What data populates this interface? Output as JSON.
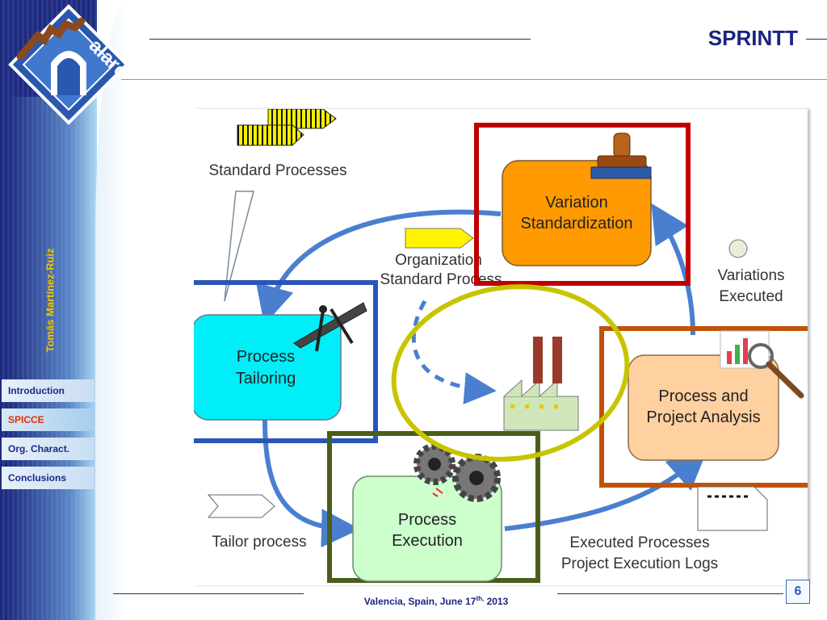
{
  "header": {
    "title": "SPRINTT"
  },
  "logo": {
    "text": "alarcos"
  },
  "sidebar": {
    "author": "Tomás Martínez-Ruiz",
    "nav": [
      {
        "label": "Introduction",
        "active": false
      },
      {
        "label": "SPICCE",
        "active": true
      },
      {
        "label": "Org. Charact.",
        "active": false
      },
      {
        "label": "Conclusions",
        "active": false
      }
    ]
  },
  "diagram": {
    "standard_processes": "Standard Processes",
    "org_standard_process": [
      "Organization",
      "Standard Process"
    ],
    "process_tailoring": [
      "Process",
      "Tailoring"
    ],
    "variation_standardization": [
      "Variation",
      "Standardization"
    ],
    "variations_executed": [
      "Variations",
      "Executed"
    ],
    "process_project_analysis": [
      "Process and",
      "Project Analysis"
    ],
    "process_execution": [
      "Process",
      "Execution"
    ],
    "tailor_process": "Tailor process",
    "executed_processes": [
      "Executed Processes",
      "Project Execution Logs"
    ]
  },
  "footer": {
    "place_date": "Valencia, Spain, June 17",
    "suffix": "th,",
    "year": " 2013"
  },
  "page_number": "6",
  "colors": {
    "title": "#1a2580",
    "tailoring_frame": "#2a55b8",
    "variation_frame": "#c00000",
    "analysis_frame": "#c0530a",
    "execution_frame": "#4a5e1a",
    "ellipse": "#c8c400"
  }
}
